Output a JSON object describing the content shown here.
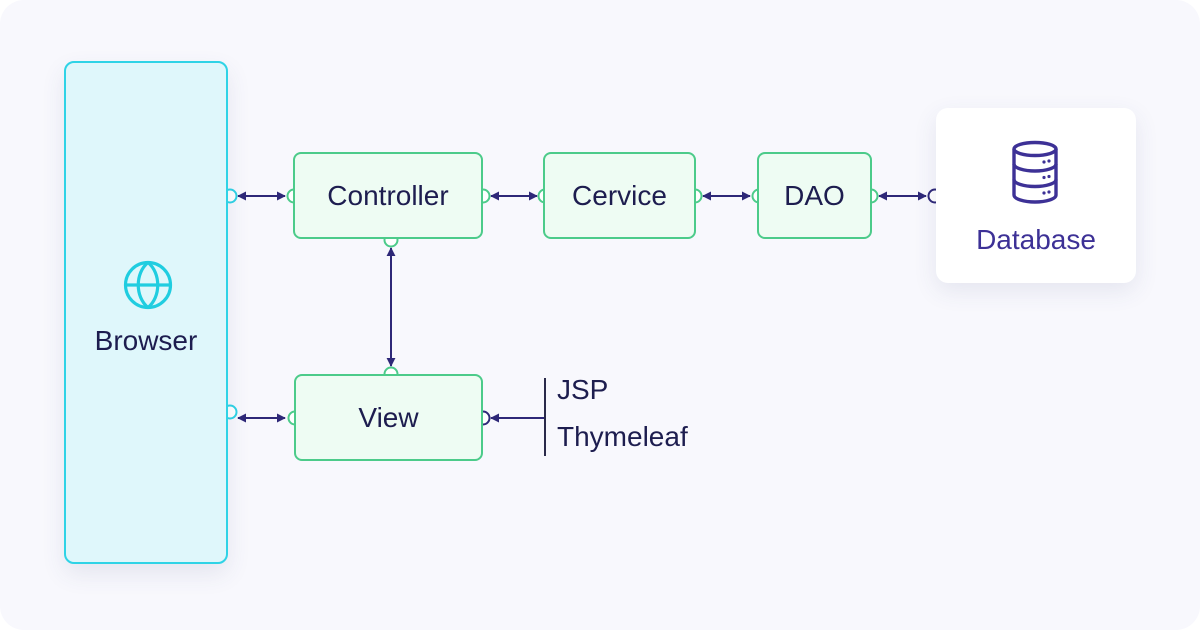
{
  "diagram": {
    "browser": {
      "label": "Browser",
      "icon": "globe-icon"
    },
    "controller": {
      "label": "Controller"
    },
    "service": {
      "label": "Cervice"
    },
    "dao": {
      "label": "DAO"
    },
    "view": {
      "label": "View"
    },
    "database": {
      "label": "Database",
      "icon": "database-icon"
    },
    "view_technologies": [
      "JSP",
      "Thymeleaf"
    ]
  },
  "colors": {
    "browser_border": "#2fd3e6",
    "browser_fill": "#dff7fb",
    "node_border": "#4ccb8a",
    "node_fill": "#eefcf3",
    "connector": "#2e2878",
    "database_accent": "#3d3196",
    "text": "#1d1d4f"
  }
}
